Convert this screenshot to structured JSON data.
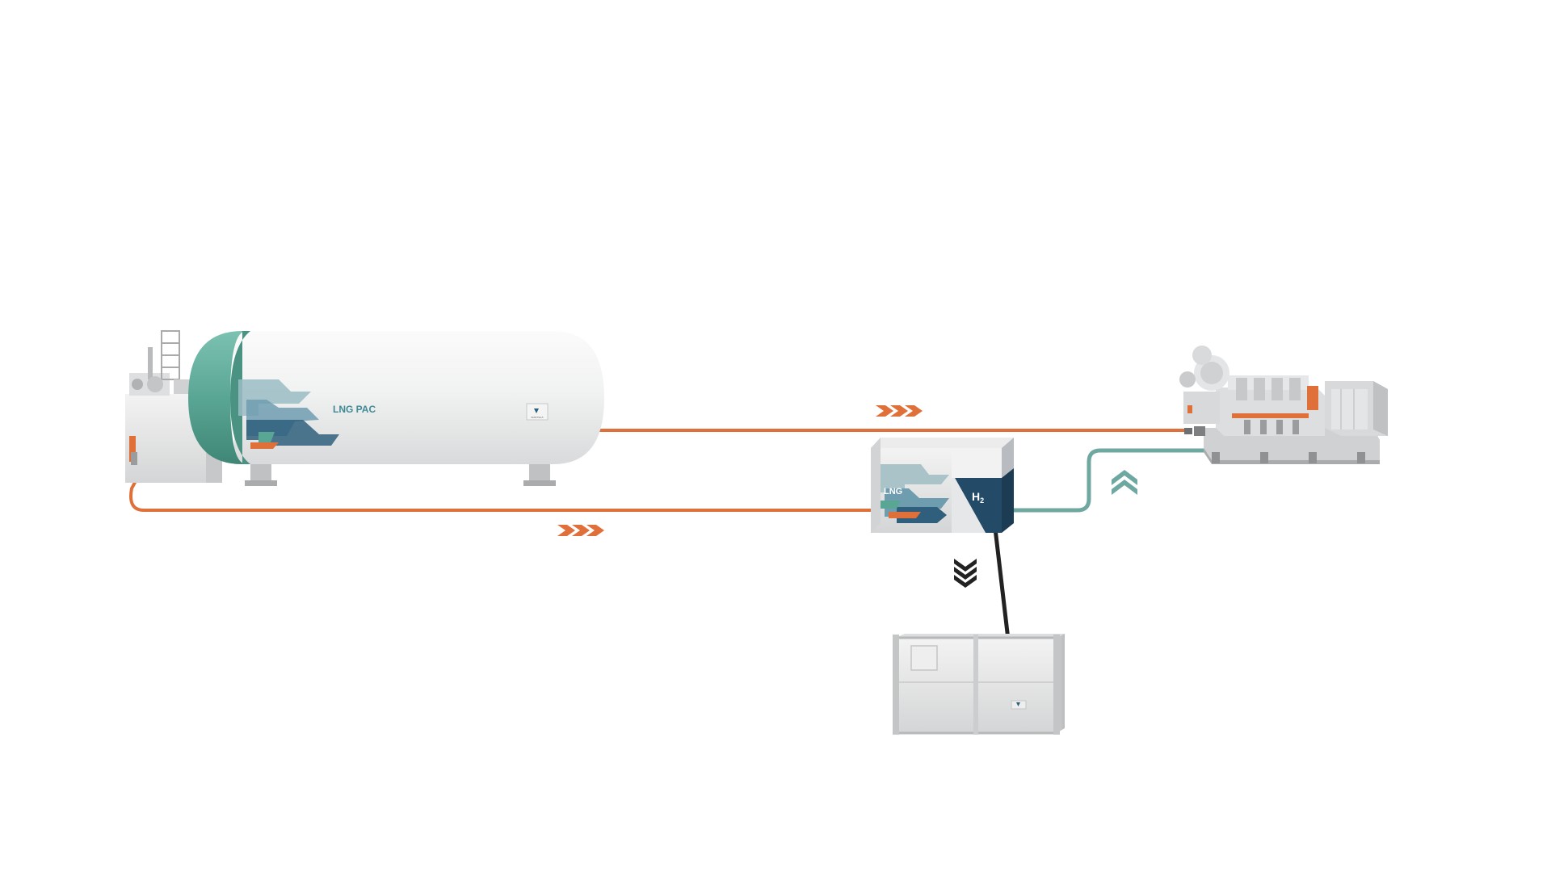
{
  "diagram": {
    "tank": {
      "label": "LNG PAC",
      "brand_mark": "WÄRTSILÄ"
    },
    "reformer": {
      "lng_label": "LNG",
      "h2_label": "H",
      "h2_subscript": "2"
    },
    "container": {
      "name": "storage container"
    },
    "engine": {
      "name": "engine genset"
    }
  },
  "colors": {
    "lng_pipe": "#e0703a",
    "h2_pipe": "#6fa8a0",
    "co2_pipe": "#222222",
    "tank_cap": "#5aa695",
    "reformer_h2_panel": "#234a66",
    "steel_light": "#e6e7e8",
    "steel_mid": "#c9cbcd"
  },
  "icons": {
    "flow_arrow_top": "chevron-right-triple-icon",
    "flow_arrow_bottom": "chevron-right-triple-icon",
    "flow_arrow_h2": "chevron-up-double-icon",
    "flow_arrow_down": "chevron-down-triple-icon"
  }
}
